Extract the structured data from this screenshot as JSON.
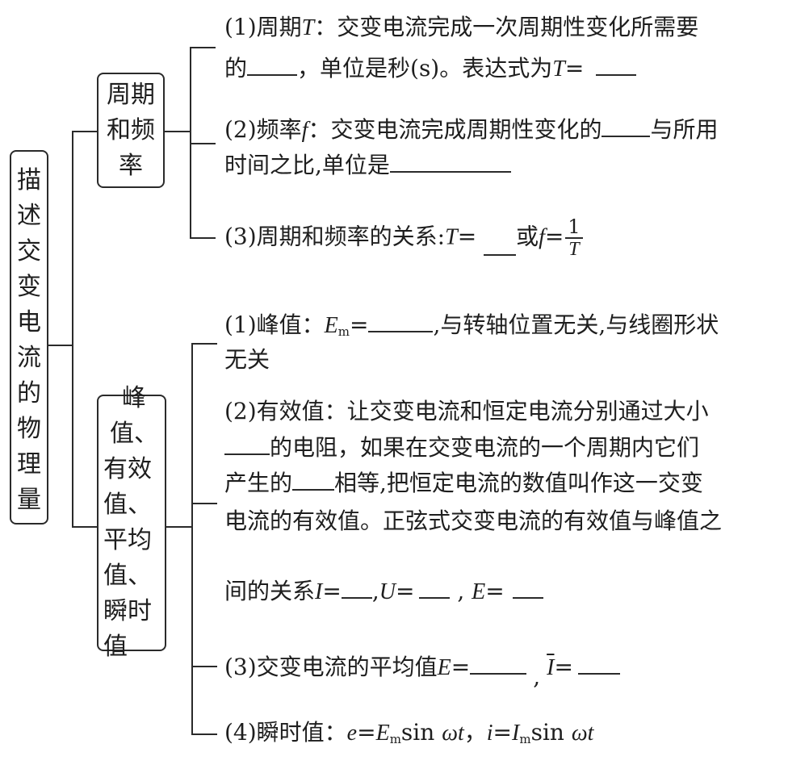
{
  "root": {
    "title_chars": [
      "描",
      "述",
      "交",
      "变",
      "电",
      "流",
      "的",
      "物",
      "理",
      "量"
    ]
  },
  "groups": [
    {
      "title_lines": [
        "周期",
        "和频",
        "率"
      ],
      "items": [
        {
          "line1": {
            "label": "(1)周期",
            "var": "T",
            "text": "：交变电流完成一次周期性变化所需要"
          },
          "line2": {
            "pre": "的",
            "post": "，单位是秒(s)。表达式为",
            "var": "T",
            "eq": "="
          }
        },
        {
          "line1": {
            "label": "(2)频率",
            "var": "f",
            "text": "：交变电流完成周期性变化的",
            "post": "与所用"
          },
          "line2": {
            "text": "时间之比,单位是"
          }
        },
        {
          "line1": {
            "label": "(3)周期和频率的关系:",
            "var": "T",
            "eq": "=",
            "mid": "或",
            "var2": "f",
            "eq2": "=",
            "num": "1",
            "den": "T"
          }
        }
      ]
    },
    {
      "title_lines": [
        "峰值、",
        "有效",
        "值、",
        "平均",
        "值、",
        "瞬时",
        "值"
      ],
      "items": [
        {
          "line1": {
            "label": "(1)峰值：",
            "var": "E",
            "sub": "m",
            "eq": "=",
            "post": ",与转轴位置无关,与线圈形状"
          },
          "line2": {
            "text": "无关"
          }
        },
        {
          "line1": {
            "text": "(2)有效值：让交变电流和恒定电流分别通过大小"
          },
          "line2": {
            "post": "的电阻，如果在交变电流的一个周期内它们"
          },
          "line3": {
            "pre": "产生的",
            "post": "相等,把恒定电流的数值叫作这一交变"
          },
          "line4": {
            "text": "电流的有效值。正弦式交变电流的有效值与峰值之"
          },
          "line5": {
            "pre": "间的关系",
            "v1": "I",
            "v2": "U",
            "v3": "E",
            "eq": "=",
            "sep1": ",",
            "sep2": " , "
          }
        },
        {
          "line1": {
            "label": "(3)交变电流的平均值",
            "var": "E",
            "eq": "=",
            "sep": ",",
            "var2": "I",
            "eq2": "="
          }
        },
        {
          "line1": {
            "label": "(4)瞬时值：",
            "e": "e",
            "eq": "=",
            "E": "E",
            "sub": "m",
            "sin": "sin",
            "omega": "ωt",
            "sep": "，",
            "i": "i",
            "I": "I"
          }
        }
      ]
    }
  ]
}
